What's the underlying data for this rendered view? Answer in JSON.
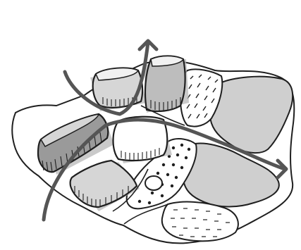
{
  "illustration": {
    "colors": {
      "background": "#ffffff",
      "ink": "#1f1f1f",
      "block_dark": "#9a9a9a",
      "block_mid": "#bdbdbd",
      "block_light": "#d6d6d6",
      "block_top_light": "#f1f1f1",
      "zone_grey": "#cfcfcf",
      "shadow": "#b4b4b4",
      "arrow": "#555555"
    },
    "elements": [
      "site-outline",
      "building-block",
      "dotted-zone",
      "hatched-zone",
      "stippled-zone",
      "open-space-zone",
      "circulation-arrow",
      "pond-circle"
    ]
  }
}
